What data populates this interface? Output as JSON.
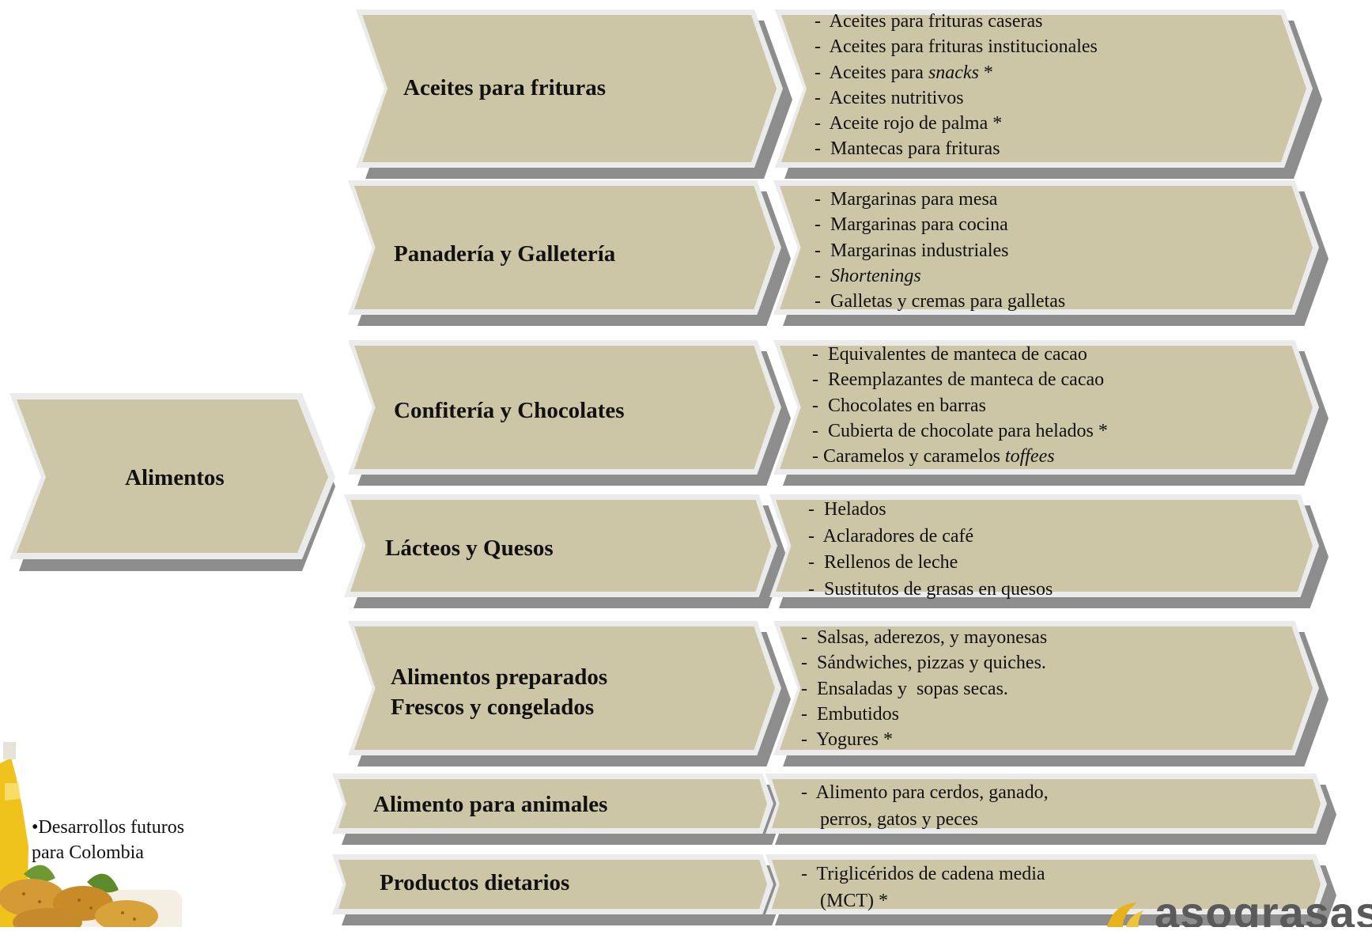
{
  "colors": {
    "fill": "#cdc6a6",
    "shadow": "#8d8d8d",
    "border": "#ebebeb"
  },
  "root": {
    "label": "Alimentos"
  },
  "categories": [
    {
      "label": "Aceites para frituras",
      "items": [
        {
          "segments": [
            {
              "t": "-  Aceites para frituras caseras"
            }
          ]
        },
        {
          "segments": [
            {
              "t": "-  Aceites para frituras institucionales"
            }
          ]
        },
        {
          "segments": [
            {
              "t": "-  Aceites para "
            },
            {
              "t": "snacks",
              "i": true
            },
            {
              "t": " *"
            }
          ]
        },
        {
          "segments": [
            {
              "t": "-  Aceites nutritivos"
            }
          ]
        },
        {
          "segments": [
            {
              "t": "-  Aceite rojo de palma *"
            }
          ]
        },
        {
          "segments": [
            {
              "t": "-  Mantecas para frituras"
            }
          ]
        }
      ]
    },
    {
      "label": "Panadería y Galletería",
      "items": [
        {
          "segments": [
            {
              "t": "-  Margarinas para mesa"
            }
          ]
        },
        {
          "segments": [
            {
              "t": "-  Margarinas para cocina"
            }
          ]
        },
        {
          "segments": [
            {
              "t": "-  Margarinas industriales"
            }
          ]
        },
        {
          "segments": [
            {
              "t": "-  "
            },
            {
              "t": "Shortenings",
              "i": true
            }
          ]
        },
        {
          "segments": [
            {
              "t": "-  Galletas y cremas para galletas"
            }
          ]
        }
      ]
    },
    {
      "label": "Confitería y Chocolates",
      "items": [
        {
          "segments": [
            {
              "t": "-  Equivalentes de manteca de cacao"
            }
          ]
        },
        {
          "segments": [
            {
              "t": "-  Reemplazantes de manteca de cacao"
            }
          ]
        },
        {
          "segments": [
            {
              "t": "-  Chocolates en barras"
            }
          ]
        },
        {
          "segments": [
            {
              "t": "-  Cubierta de chocolate para helados *"
            }
          ]
        },
        {
          "segments": [
            {
              "t": "- Caramelos y caramelos "
            },
            {
              "t": "toffees",
              "i": true
            }
          ]
        }
      ]
    },
    {
      "label": "Lácteos y Quesos",
      "items": [
        {
          "segments": [
            {
              "t": "-  Helados"
            }
          ]
        },
        {
          "segments": [
            {
              "t": "-  Aclaradores de café"
            }
          ]
        },
        {
          "segments": [
            {
              "t": "-  Rellenos de leche"
            }
          ]
        },
        {
          "segments": [
            {
              "t": "-  Sustitutos de grasas en quesos"
            }
          ]
        }
      ]
    },
    {
      "label": "Alimentos preparados\nFrescos y congelados",
      "items": [
        {
          "segments": [
            {
              "t": "-  Salsas, aderezos, y mayonesas"
            }
          ]
        },
        {
          "segments": [
            {
              "t": "-  Sándwiches, pizzas y quiches."
            }
          ]
        },
        {
          "segments": [
            {
              "t": "-  Ensaladas y  sopas secas."
            }
          ]
        },
        {
          "segments": [
            {
              "t": "-  Embutidos"
            }
          ]
        },
        {
          "segments": [
            {
              "t": "-  Yogures *"
            }
          ]
        }
      ]
    },
    {
      "label": "Alimento para animales",
      "items": [
        {
          "segments": [
            {
              "t": "-  Alimento para cerdos, ganado,"
            }
          ]
        },
        {
          "segments": [
            {
              "t": "    perros, gatos y peces"
            }
          ]
        }
      ]
    },
    {
      "label": "Productos dietarios",
      "items": [
        {
          "segments": [
            {
              "t": "-  Triglicéridos de cadena media"
            }
          ]
        },
        {
          "segments": [
            {
              "t": "    (MCT) *"
            }
          ]
        }
      ]
    }
  ],
  "footnote": {
    "line1": "•Desarrollos futuros",
    "line2": " para Colombia"
  },
  "logo": {
    "text": "asograsas"
  }
}
